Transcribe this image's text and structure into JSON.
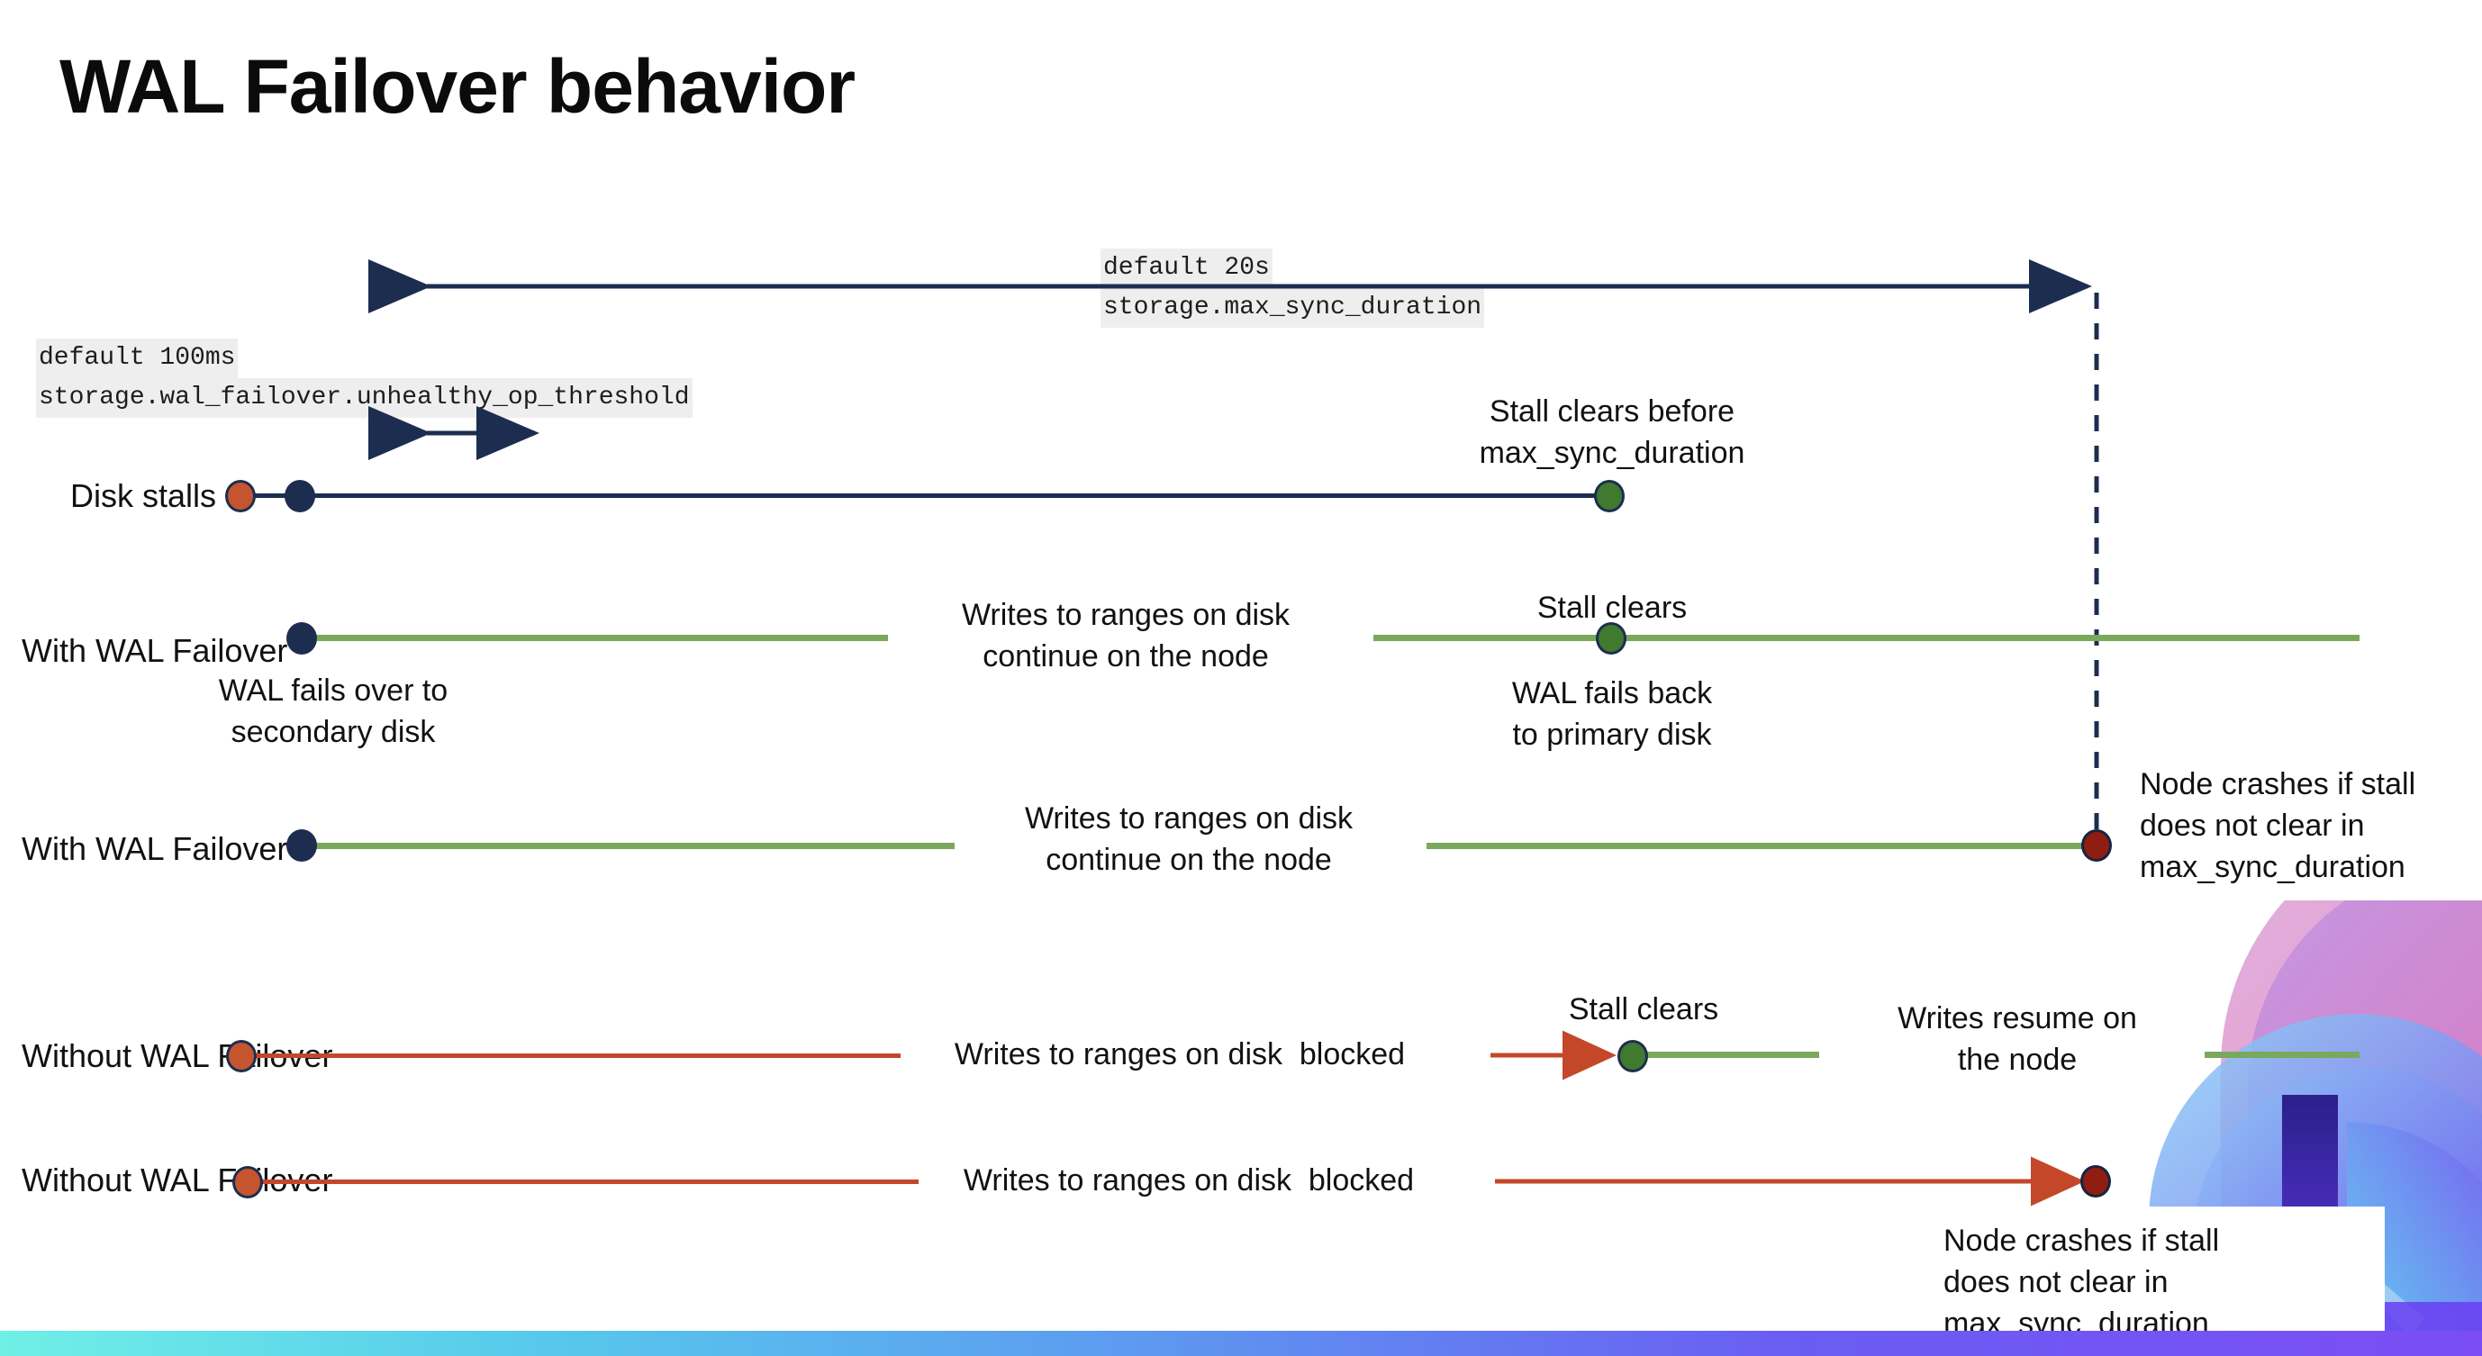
{
  "slide": {
    "title": "WAL Failover behavior",
    "logo_name": "cockroachdb-logo"
  },
  "settings": {
    "max_sync": {
      "default_label": "default 20s",
      "setting_name": "storage.max_sync_duration"
    },
    "unhealthy_op": {
      "default_label": "default 100ms",
      "setting_name": "storage.wal_failover.unhealthy_op_threshold"
    }
  },
  "rows": [
    {
      "id": "disk-stalls",
      "label": "Disk stalls",
      "annotation_top": "Stall clears before\nmax_sync_duration"
    },
    {
      "id": "with-wal-failover-clears",
      "label": "With WAL Failover",
      "note_start": "WAL fails over to\nsecondary disk",
      "note_middle": "Writes to ranges on disk\ncontinue on the node",
      "note_clear_top": "Stall clears",
      "note_clear_bottom": "WAL fails  back\nto primary disk"
    },
    {
      "id": "with-wal-failover-crash",
      "label": "With WAL Failover",
      "note_middle": "Writes to ranges on disk\ncontinue on the node",
      "note_end": "Node crashes if stall\ndoes not clear in\nmax_sync_duration"
    },
    {
      "id": "without-wal-failover-clears",
      "label": "Without WAL Failover",
      "note_middle": "Writes to ranges on disk  blocked",
      "note_clear": "Stall clears",
      "note_resume": "Writes resume on\nthe node"
    },
    {
      "id": "without-wal-failover-crash",
      "label": "Without WAL Failover",
      "note_middle": "Writes to ranges on disk  blocked",
      "note_end": "Node crashes if stall\ndoes not clear in\nmax_sync_duration"
    }
  ],
  "colors": {
    "navy": "#1d2d50",
    "green_line": "#7aa85c",
    "green_dot": "#3f7a2e",
    "orange": "#c4552f",
    "orange_line": "#c4472a",
    "dark_red": "#8f1d12",
    "code_bg": "#eeeeee",
    "bar_start": "#6ff0e6",
    "bar_end": "#7b4df5"
  }
}
